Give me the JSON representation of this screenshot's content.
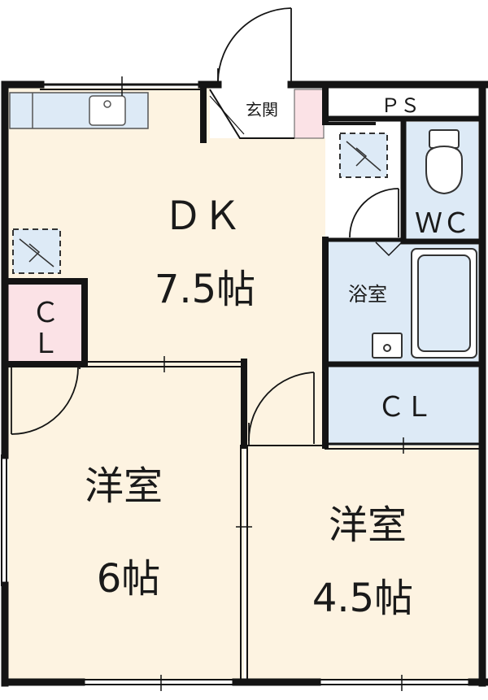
{
  "rooms": {
    "dk": {
      "name": "ＤＫ",
      "size": "7.5帖"
    },
    "room_6": {
      "name": "洋室",
      "size": "6帖"
    },
    "room_45": {
      "name": "洋室",
      "size": "4.5帖"
    },
    "entrance": "玄関",
    "ps": "ＰＳ",
    "wc": "ＷＣ",
    "bath": "浴室",
    "closet_small": {
      "line1": "Ｃ",
      "line2": "Ｌ"
    },
    "closet_large": "ＣＬ"
  },
  "colors": {
    "floor": "#fdf3e1",
    "wet_area": "#ddeaf6",
    "closet_pink": "#fbe2e6",
    "wall": "#141414"
  }
}
